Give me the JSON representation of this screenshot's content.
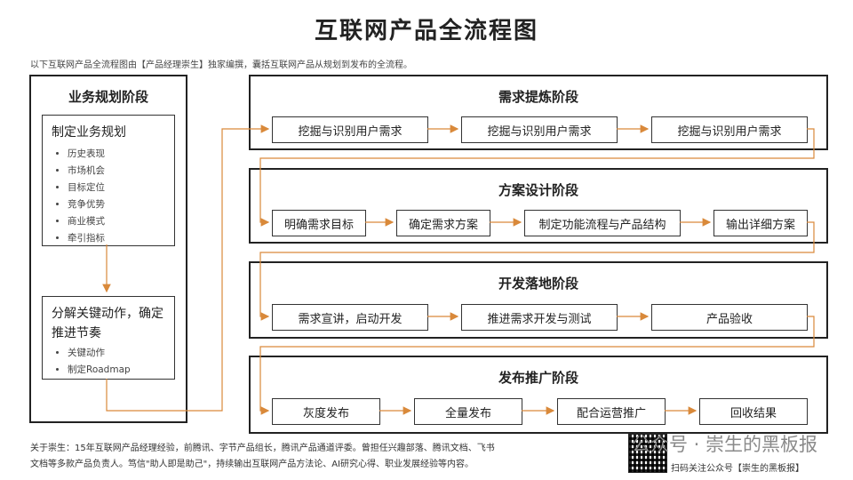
{
  "title": "互联网产品全流程图",
  "intro": "以下互联网产品全流程图由【产品经理崇生】独家编撰，囊括互联网产品从规划到发布的全流程。",
  "business_planning": {
    "title": "业务规划阶段",
    "box1": {
      "heading": "制定业务规划",
      "items": [
        "历史表现",
        "市场机会",
        "目标定位",
        "竞争优势",
        "商业模式",
        "牵引指标"
      ]
    },
    "box2": {
      "heading_line1": "分解关键动作，确定",
      "heading_line2": "推进节奏",
      "items": [
        "关键动作",
        "制定Roadmap"
      ]
    }
  },
  "stages": [
    {
      "title": "需求提炼阶段",
      "steps": [
        "挖掘与识别用户需求",
        "挖掘与识别用户需求",
        "挖掘与识别用户需求"
      ]
    },
    {
      "title": "方案设计阶段",
      "steps": [
        "明确需求目标",
        "确定需求方案",
        "制定功能流程与产品结构",
        "输出详细方案"
      ]
    },
    {
      "title": "开发落地阶段",
      "steps": [
        "需求宣讲，启动开发",
        "推进需求开发与测试",
        "产品验收"
      ]
    },
    {
      "title": "发布推广阶段",
      "steps": [
        "灰度发布",
        "全量发布",
        "配合运营推广",
        "回收结果"
      ]
    }
  ],
  "footer": {
    "line1": "关于崇生：15年互联网产品经理经验，前腾讯、字节产品组长，腾讯产品通道评委。曾担任兴趣部落、腾讯文档、飞书",
    "line2": "文档等多款产品负责人。笃信\"助人即是助己\"，持续输出互联网产品方法论、AI研究心得、职业发展经验等内容。"
  },
  "watermark": "公众号 · 崇生的黑板报",
  "scan_text": "扫码关注公众号【崇生的黑板报】",
  "colors": {
    "arrow": "#d9893a",
    "border": "#222222"
  }
}
